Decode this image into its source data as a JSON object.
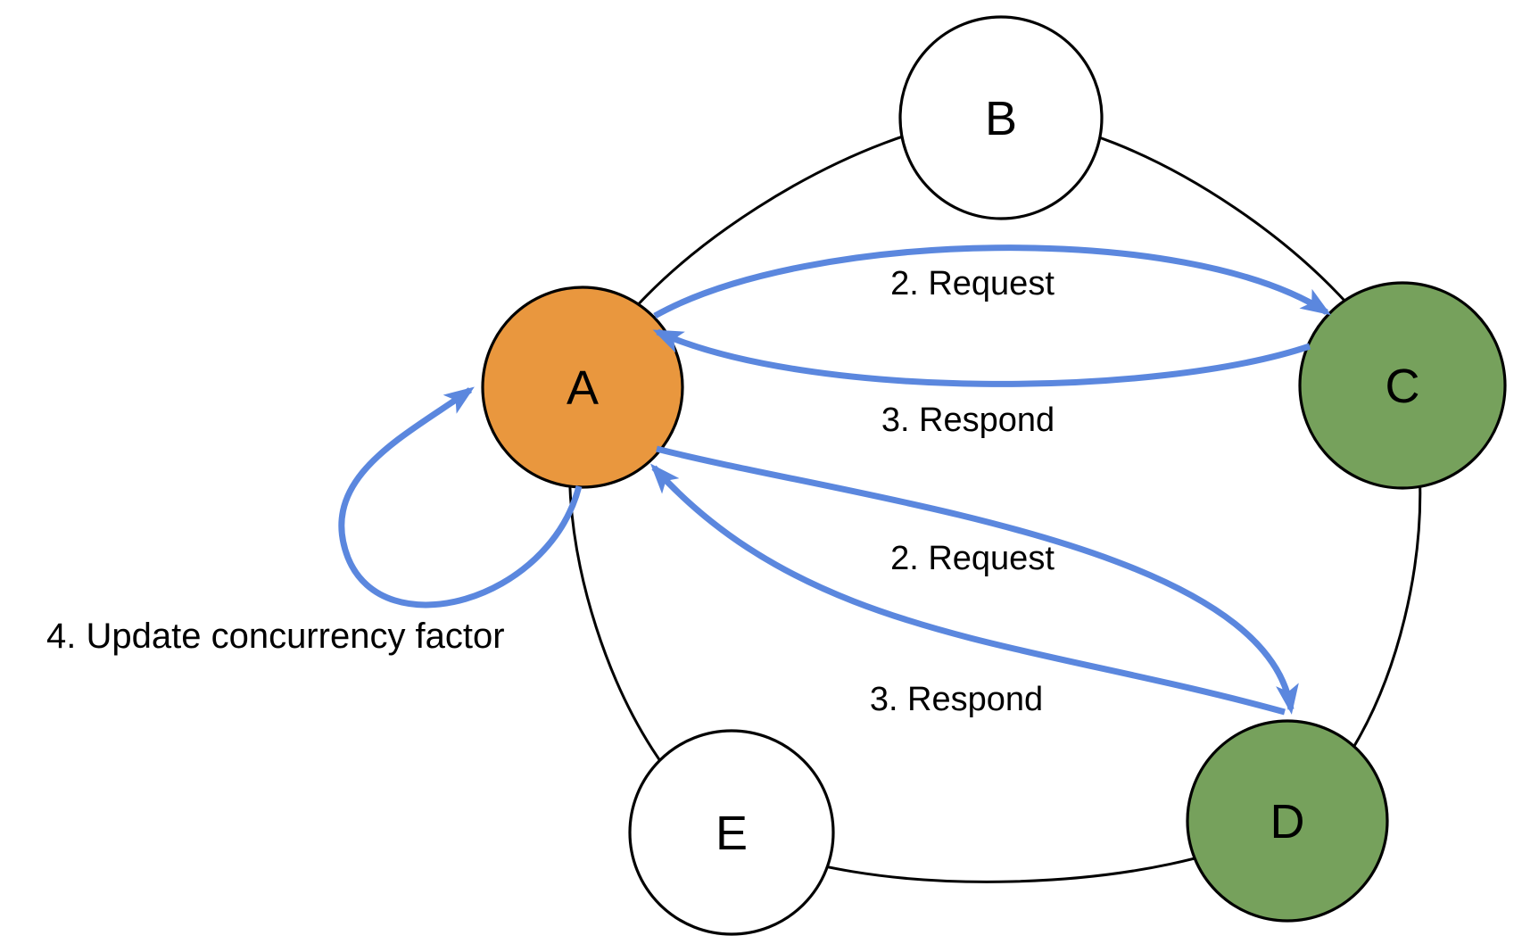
{
  "colors": {
    "node_orange": "#e9973e",
    "node_green": "#76a15c",
    "node_white": "#ffffff",
    "edge_blue": "#5b87de",
    "outline_black": "#000000"
  },
  "nodes": {
    "a": {
      "label": "A"
    },
    "b": {
      "label": "B"
    },
    "c": {
      "label": "C"
    },
    "d": {
      "label": "D"
    },
    "e": {
      "label": "E"
    }
  },
  "edges": {
    "a_c_request": {
      "label": "2. Request"
    },
    "c_a_respond": {
      "label": "3. Respond"
    },
    "a_d_request": {
      "label": "2. Request"
    },
    "d_a_respond": {
      "label": "3. Respond"
    },
    "a_self_loop": {
      "label": "4. Update concurrency factor"
    }
  }
}
